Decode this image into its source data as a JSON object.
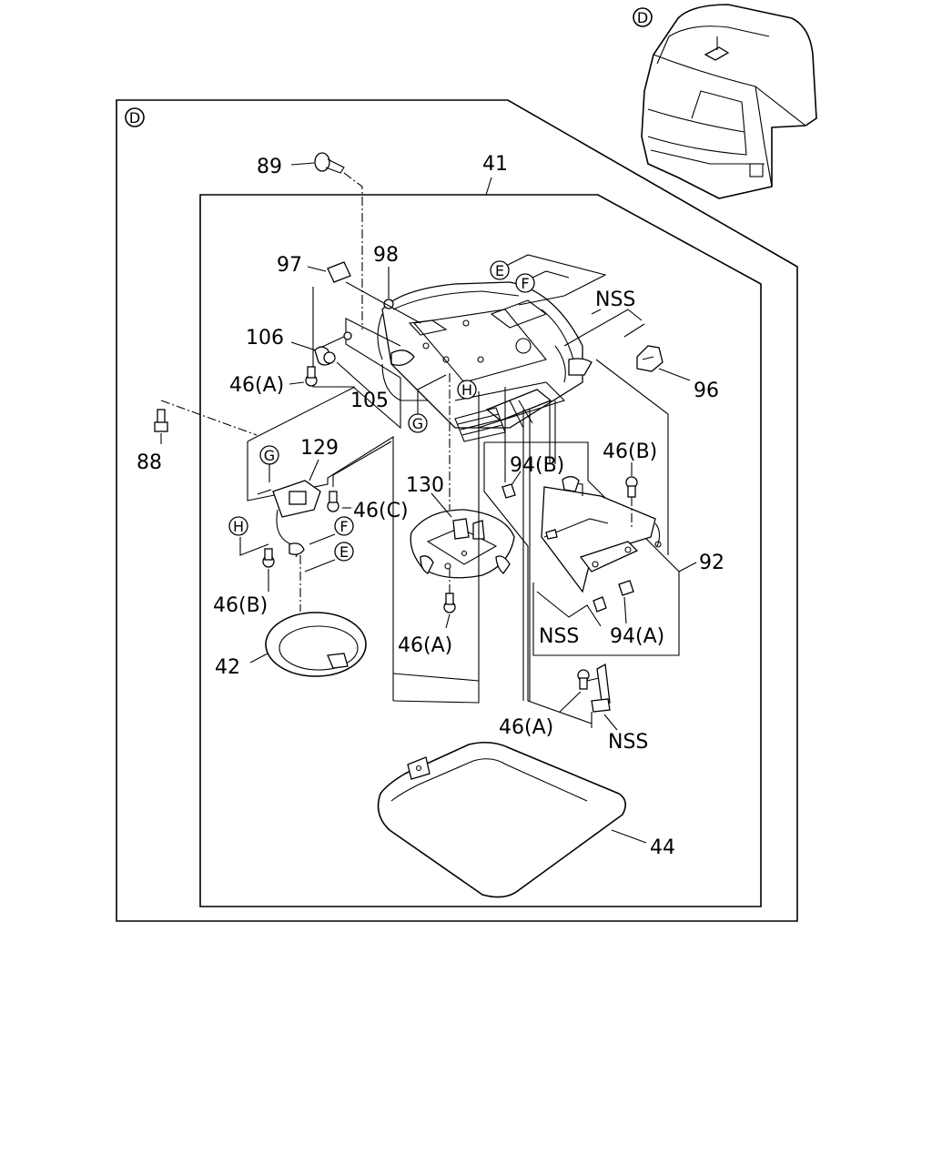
{
  "view_marker": "D",
  "assembly_label": "41",
  "callouts": {
    "c89": "89",
    "c97": "97",
    "c98": "98",
    "c106": "106",
    "c46a_1": "46(A)",
    "c105": "105",
    "c88": "88",
    "c129": "129",
    "c46c": "46(C)",
    "c46b_1": "46(B)",
    "c130": "130",
    "c46a_2": "46(A)",
    "c42": "42",
    "c46b_2": "46(B)",
    "c94b": "94(B)",
    "c96": "96",
    "c92": "92",
    "c94a": "94(A)",
    "c46a_3": "46(A)",
    "c44": "44",
    "nss_1": "NSS",
    "nss_2": "NSS",
    "nss_3": "NSS"
  },
  "connectors": {
    "e1": "E",
    "f1": "F",
    "h1": "H",
    "g1": "G",
    "g2": "G",
    "h2": "H",
    "f2": "F",
    "e2": "E"
  }
}
